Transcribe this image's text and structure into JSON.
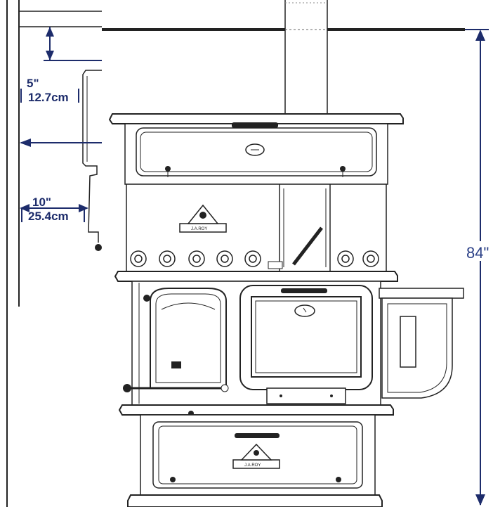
{
  "dimensions": {
    "top_clearance_in": "5\"",
    "top_clearance_cm": "12.7cm",
    "side_clearance_in": "10\"",
    "side_clearance_cm": "25.4cm",
    "total_height_in": "84\""
  },
  "badges": {
    "oven_badge": "J.A.ROY",
    "drawer_badge": "J.A.ROY"
  },
  "colors": {
    "dimension": "#1d2c6b",
    "linework": "#222222",
    "background": "#ffffff"
  }
}
